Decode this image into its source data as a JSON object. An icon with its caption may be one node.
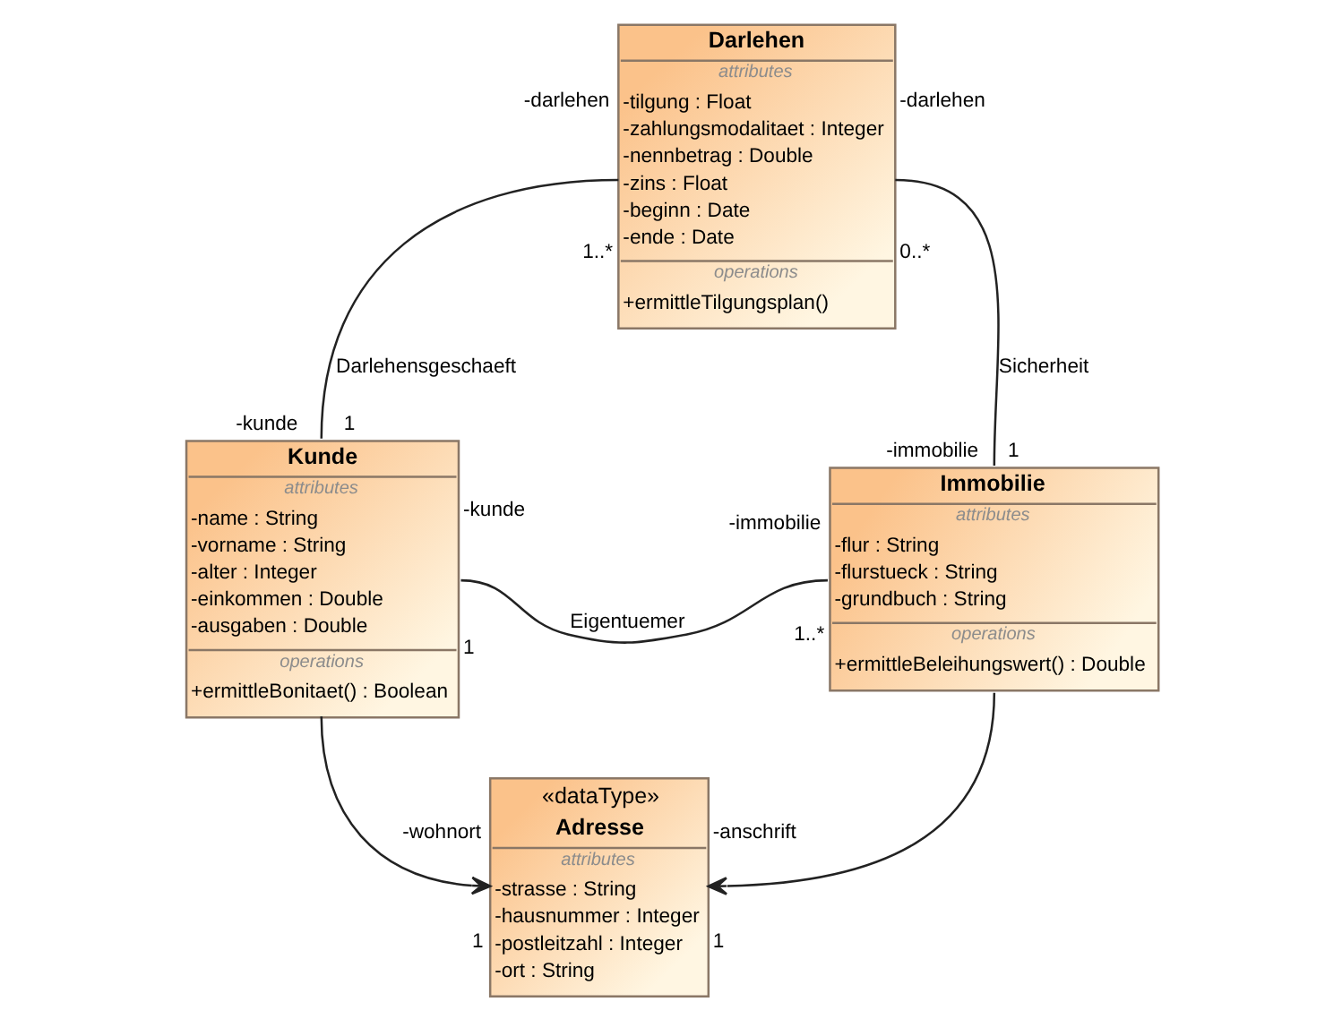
{
  "diagram": {
    "nodes": [
      {
        "text": [
          "Darlehen",
          "attributes",
          "-tilgung : Float",
          "-zahlungsmodalitaet : Integer",
          "-nennbetrag : Double",
          "-zins : Float",
          "-beginn : Date",
          "-ende : Date",
          "operations",
          "+ermittleTilgungsplan()"
        ],
        "beside": [
          "-darlehen",
          "1..*",
          "-darlehen",
          "0..*"
        ]
      },
      {
        "text": [
          "Kunde",
          "attributes",
          "-name : String",
          "-vorname : String",
          "-alter : Integer",
          "-einkommen : Double",
          "-ausgaben : Double",
          "operations",
          "+ermittleBonitaet() : Boolean"
        ],
        "beside": [
          "-kunde",
          "1",
          "-kunde",
          "1"
        ]
      },
      {
        "text": [
          "Immobilie",
          "attributes",
          "-flur : String",
          "-flurstueck : String",
          "-grundbuch : String",
          "operations",
          "+ermittleBeleihungswert() : Double"
        ],
        "beside": [
          "-immobilie",
          "1",
          "-immobilie",
          "1..*"
        ]
      },
      {
        "text": [
          "«dataType»",
          "Adresse",
          "attributes",
          "-strasse : String",
          "-hausnummer : Integer",
          "-postleitzahl : Integer",
          "-ort : String"
        ],
        "beside": [
          "-wohnort",
          "1",
          "-anschrift",
          "1"
        ]
      }
    ],
    "edges": [
      {
        "from": 0,
        "to": 1,
        "arrow": "none",
        "label": "Darlehensgeschaeft"
      },
      {
        "from": 0,
        "to": 2,
        "arrow": "none",
        "label": "Sicherheit"
      },
      {
        "from": 1,
        "to": 2,
        "arrow": "none",
        "label": "Eigentuemer"
      },
      {
        "from": 1,
        "to": 3,
        "arrow": "to"
      },
      {
        "from": 2,
        "to": 3,
        "arrow": "to"
      }
    ]
  }
}
